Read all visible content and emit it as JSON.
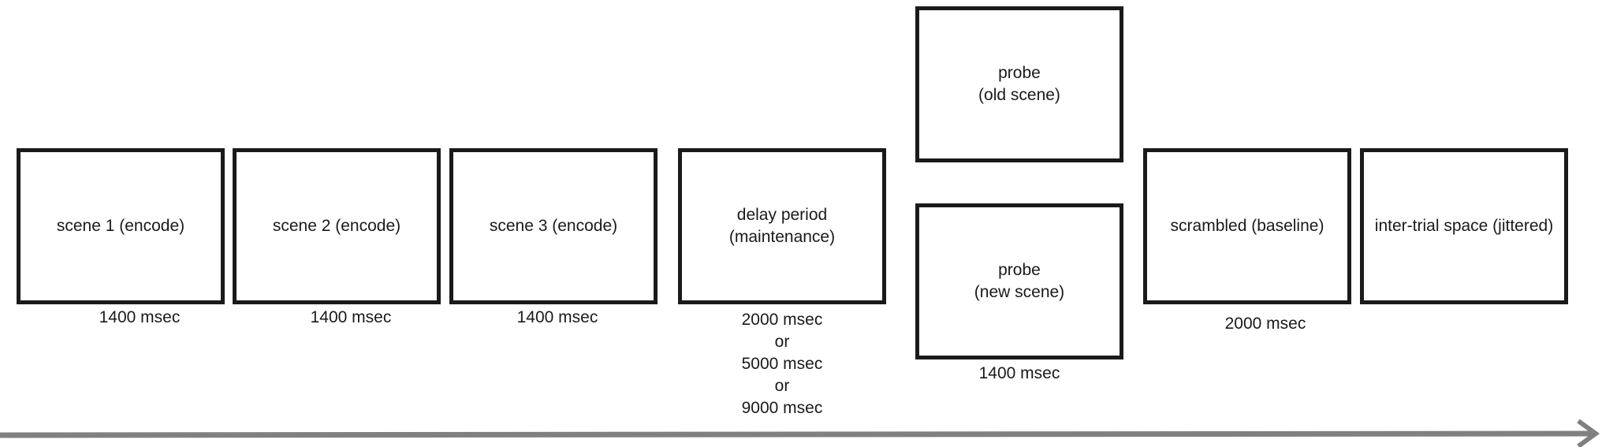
{
  "title": "Trial sequence",
  "stages": [
    {
      "label": "scene 1 (encode)",
      "duration": "1400 msec"
    },
    {
      "label": "scene 2 (encode)",
      "duration": "1400 msec"
    },
    {
      "label": "scene 3 (encode)",
      "duration": "1400 msec"
    },
    {
      "label": "delay period\n(maintenance)",
      "duration_lines": [
        "2000 msec",
        "or",
        "5000 msec",
        "or",
        "9000 msec"
      ]
    },
    {
      "label_old": "probe\n(old scene)",
      "label_new": "probe\n(new scene)",
      "duration": "1400 msec"
    },
    {
      "label": "scrambled (baseline)",
      "duration": "2000 msec"
    },
    {
      "label": "inter-trial space (jittered)"
    }
  ],
  "colors": {
    "box_border": "#1a1a1a",
    "arrow": "#808080"
  }
}
